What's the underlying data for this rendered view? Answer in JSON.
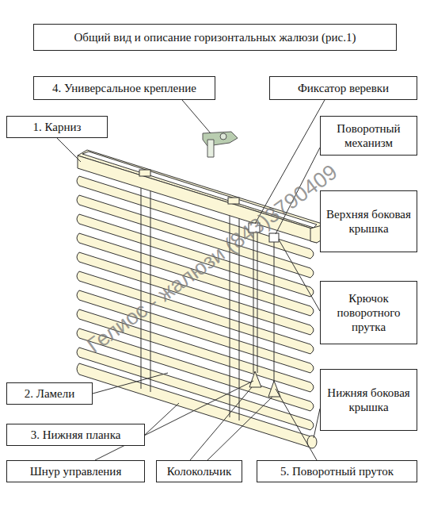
{
  "diagram": {
    "title": "Общий вид и описание горизонтальных жалюзи (рис.1)",
    "nodes": [
      {
        "text": [
          "4. Универсальное крепление"
        ]
      },
      {
        "text": [
          "Фиксатор веревки"
        ]
      },
      {
        "text": [
          "1. Карниз"
        ]
      },
      {
        "text": [
          "Поворотный механизм"
        ]
      },
      {
        "text": [
          "Верхняя боковая крышка"
        ]
      },
      {
        "text": [
          "Крючок поворотного прутка"
        ]
      },
      {
        "text": [
          "2. Ламели"
        ]
      },
      {
        "text": [
          "Нижняя боковая крышка"
        ]
      },
      {
        "text": [
          "3. Нижняя планка"
        ]
      },
      {
        "text": [
          "Шнур управления"
        ]
      },
      {
        "text": [
          "Колокольчик"
        ]
      },
      {
        "text": [
          "5. Поворотный пруток"
        ]
      }
    ],
    "labels": [
      "Гелиос - жалюзи (843)3790409"
    ]
  }
}
